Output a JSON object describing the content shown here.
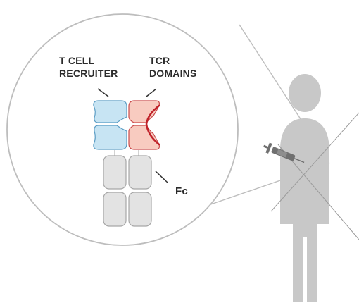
{
  "labels": {
    "t_cell_recruiter": [
      "T CELL",
      "RECRUITER"
    ],
    "tcr_domains": [
      "TCR",
      "DOMAINS"
    ],
    "fc": "Fc"
  },
  "colors": {
    "recruiter_fill": "#c7e4f3",
    "recruiter_stroke": "#5a9cc4",
    "tcr_fill": "#f8cbc0",
    "tcr_stroke": "#c94a4a",
    "tcr_binding_edge": "#c0222a",
    "fc_fill": "#e3e3e3",
    "fc_stroke": "#a6a6a6",
    "person_fill": "#c8c8c8",
    "magnifier_stroke": "#bdbdbd",
    "syringe": "#707070",
    "text": "#2b2b2b"
  },
  "icons": [
    "person-silhouette-icon",
    "syringe-icon"
  ]
}
